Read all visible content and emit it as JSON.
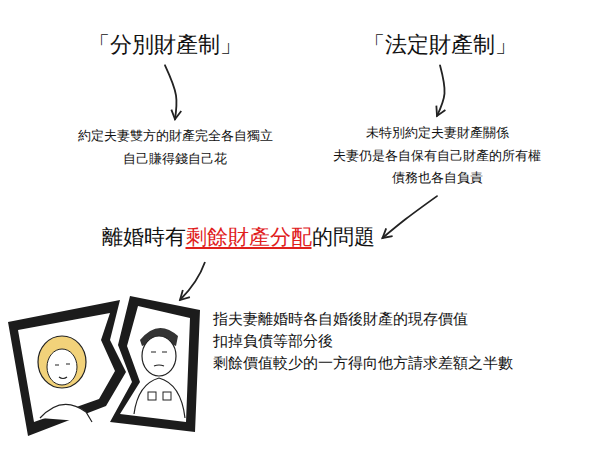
{
  "diagram": {
    "nodes": [
      {
        "text": [
          "「分別財產制」"
        ]
      },
      {
        "text": [
          "「法定財產制」"
        ]
      },
      {
        "text": [
          "約定夫妻雙方的財產完全各自獨立 自己賺得錢自己花"
        ]
      },
      {
        "text": [
          "未特別約定夫妻財產關係 夫妻仍是各自保有自己財產的所有權 債務也各自負責"
        ]
      },
      {
        "text": [
          "離婚時有",
          "剩餘財產分配",
          "的問題"
        ]
      }
    ],
    "edges": [
      {
        "from": 0,
        "to": 2,
        "arrow": "to"
      },
      {
        "from": 1,
        "to": 3,
        "arrow": "to"
      },
      {
        "from": 3,
        "to": 4,
        "arrow": "to"
      }
    ],
    "labels": [
      "指夫妻離婚時各自婚後財產的現存價值 扣掉負債等部分後 剩餘價值較少的一方得向他方請求差額之半數"
    ]
  }
}
